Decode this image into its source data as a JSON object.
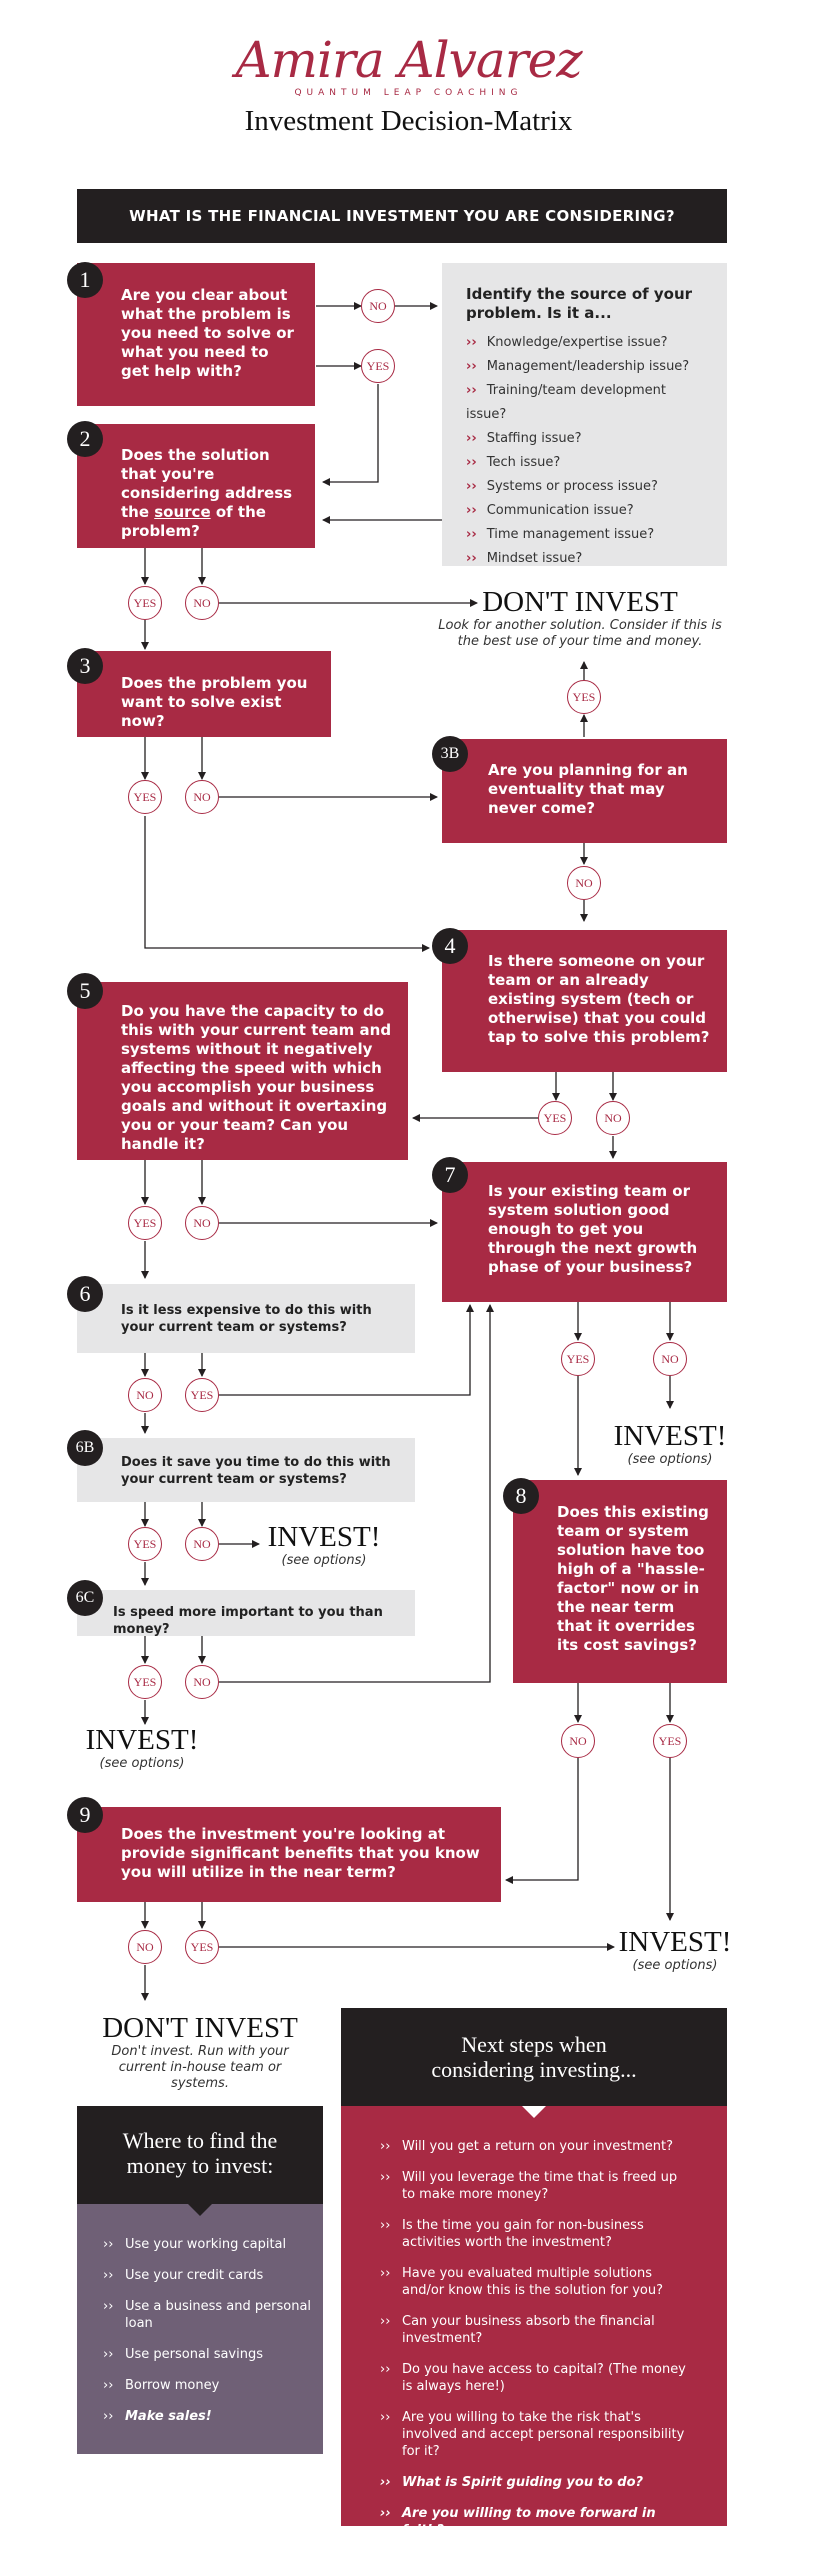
{
  "header": {
    "logo": "Amira Alvarez",
    "logo_sub": "QUANTUM LEAP COACHING",
    "title": "Investment Decision-Matrix"
  },
  "banner": "WHAT IS THE FINANCIAL INVESTMENT YOU ARE CONSIDERING?",
  "q1": {
    "num": "1",
    "text": "Are you clear about what the problem is you need to solve or what you need to get help with?"
  },
  "q2": {
    "num": "2",
    "text_a": "Does the solution that you're considering address the ",
    "text_u": "source",
    "text_b": " of the problem?"
  },
  "identify": {
    "title": "Identify the source of your problem. Is it a...",
    "items": [
      "Knowledge/expertise issue?",
      "Management/leadership issue?",
      "Training/team development issue?",
      "Staffing issue?",
      "Tech issue?",
      "Systems or process issue?",
      "Communication issue?",
      "Time management issue?",
      "Mindset issue?"
    ]
  },
  "q3": {
    "num": "3",
    "text": "Does the problem you want to solve exist now?"
  },
  "q3b": {
    "num": "3B",
    "text": "Are you planning for an eventuality that may never come?"
  },
  "q4": {
    "num": "4",
    "text": "Is there someone on your team or an already existing system (tech or otherwise) that you could tap to solve this problem?"
  },
  "q5": {
    "num": "5",
    "text": "Do you have the capacity to do this with your current team and systems without it negatively affecting the speed with which you accomplish your business goals and without it overtaxing you or your team? Can you handle it?"
  },
  "q6": {
    "num": "6",
    "text": "Is it less expensive to do this with your current team or systems?"
  },
  "q6b": {
    "num": "6B",
    "text": "Does it save you time to do this with your current team or systems?"
  },
  "q6c": {
    "num": "6C",
    "text": "Is speed more important to you than money?"
  },
  "q7": {
    "num": "7",
    "text": "Is your existing team or system solution good enough to get you through the next growth phase of your business?"
  },
  "q8": {
    "num": "8",
    "text": "Does this existing team or system solution have too high of a \"hassle-factor\" now or in the near term that it overrides its cost savings?"
  },
  "q9": {
    "num": "9",
    "text": "Does the investment you're looking at provide significant benefits that you know you will utilize in the near term?"
  },
  "labels": {
    "yes": "YES",
    "no": "NO"
  },
  "outcomes": {
    "dont_invest_1": {
      "title": "DON'T INVEST",
      "sub": "Look for another solution. Consider if this is the best use of your time and money."
    },
    "invest": "INVEST!",
    "see_options": "(see options)",
    "dont_invest_2": {
      "title": "DON'T INVEST",
      "sub": "Don't invest. Run with your current in-house team or systems."
    }
  },
  "money": {
    "title": "Where to find the money to invest:",
    "items": [
      "Use your working capital",
      "Use your credit cards",
      "Use a business and personal loan",
      "Use personal savings",
      "Borrow money"
    ],
    "last": "Make sales!"
  },
  "next_steps": {
    "title": "Next steps when considering investing...",
    "items": [
      "Will you get a return on your investment?",
      "Will you leverage the time that is freed up to make more money?",
      "Is the time you gain for non-business activities worth the investment?",
      "Have you evaluated multiple solutions and/or know this is the solution for you?",
      "Can your business absorb the financial investment?",
      "Do you have access to capital? (The money is always here!)",
      "Are you willing to take the risk that's involved and accept personal responsibility for it?"
    ],
    "italic": [
      "What is Spirit guiding you to do?",
      "Are you willing to move forward in faith?"
    ]
  },
  "colors": {
    "crimson": "#a82a44",
    "dark": "#231f20",
    "grey": "#e6e6e7",
    "purple": "#6f6076",
    "purple_dark": "#4a3f50"
  }
}
